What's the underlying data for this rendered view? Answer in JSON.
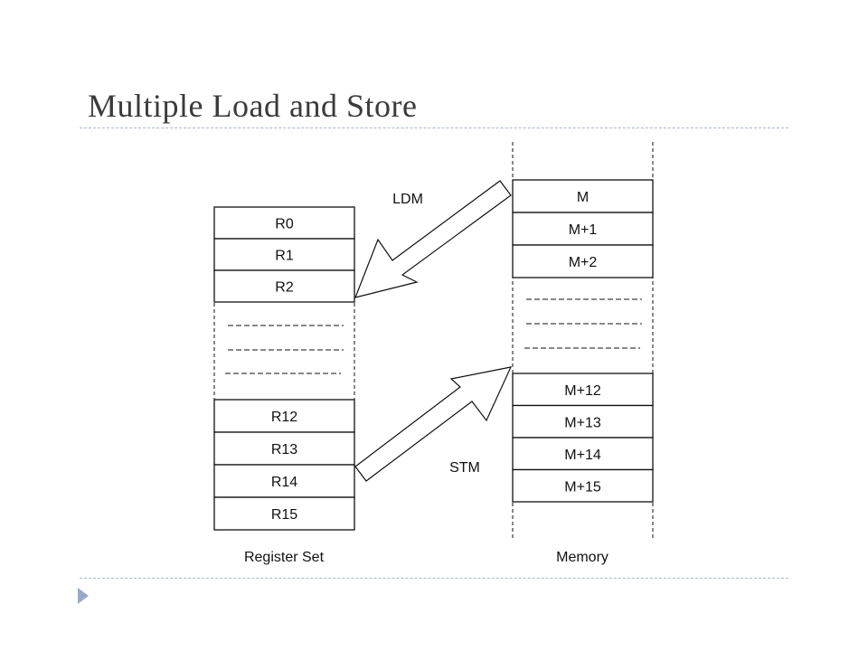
{
  "slide": {
    "title": "Multiple Load and Store",
    "accent_color": "#97abc8",
    "rule_color": "#a9b8cf"
  },
  "diagram": {
    "register_set": {
      "caption": "Register Set",
      "top_cells": [
        "R0",
        "R1",
        "R2"
      ],
      "bottom_cells": [
        "R12",
        "R13",
        "R14",
        "R15"
      ]
    },
    "memory": {
      "caption": "Memory",
      "top_cells": [
        "M",
        "M+1",
        "M+2"
      ],
      "bottom_cells": [
        "M+12",
        "M+13",
        "M+14",
        "M+15"
      ]
    },
    "arrows": {
      "load": {
        "label": "LDM",
        "from": "memory",
        "to": "register_set"
      },
      "store": {
        "label": "STM",
        "from": "register_set",
        "to": "memory"
      }
    }
  }
}
